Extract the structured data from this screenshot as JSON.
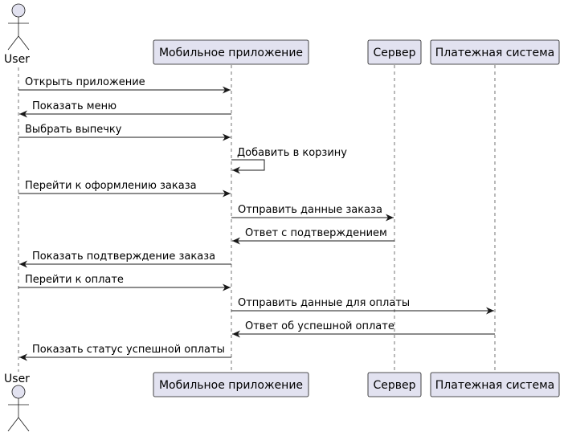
{
  "actor": {
    "name": "User"
  },
  "participants": [
    {
      "name": "Мобильное приложение"
    },
    {
      "name": "Сервер"
    },
    {
      "name": "Платежная система"
    }
  ],
  "messages": [
    {
      "from": "User",
      "to": "Мобильное приложение",
      "label": "Открыть приложение"
    },
    {
      "from": "Мобильное приложение",
      "to": "User",
      "label": "Показать меню"
    },
    {
      "from": "User",
      "to": "Мобильное приложение",
      "label": "Выбрать выпечку"
    },
    {
      "from": "Мобильное приложение",
      "to": "Мобильное приложение",
      "label": "Добавить в корзину"
    },
    {
      "from": "User",
      "to": "Мобильное приложение",
      "label": "Перейти к оформлению заказа"
    },
    {
      "from": "Мобильное приложение",
      "to": "Сервер",
      "label": "Отправить данные заказа"
    },
    {
      "from": "Сервер",
      "to": "Мобильное приложение",
      "label": "Ответ с подтверждением"
    },
    {
      "from": "Мобильное приложение",
      "to": "User",
      "label": "Показать подтверждение заказа"
    },
    {
      "from": "User",
      "to": "Мобильное приложение",
      "label": "Перейти к оплате"
    },
    {
      "from": "Мобильное приложение",
      "to": "Платежная система",
      "label": "Отправить данные для оплаты"
    },
    {
      "from": "Платежная система",
      "to": "Мобильное приложение",
      "label": "Ответ об успешной оплате"
    },
    {
      "from": "Мобильное приложение",
      "to": "User",
      "label": "Показать статус успешной оплаты"
    }
  ]
}
